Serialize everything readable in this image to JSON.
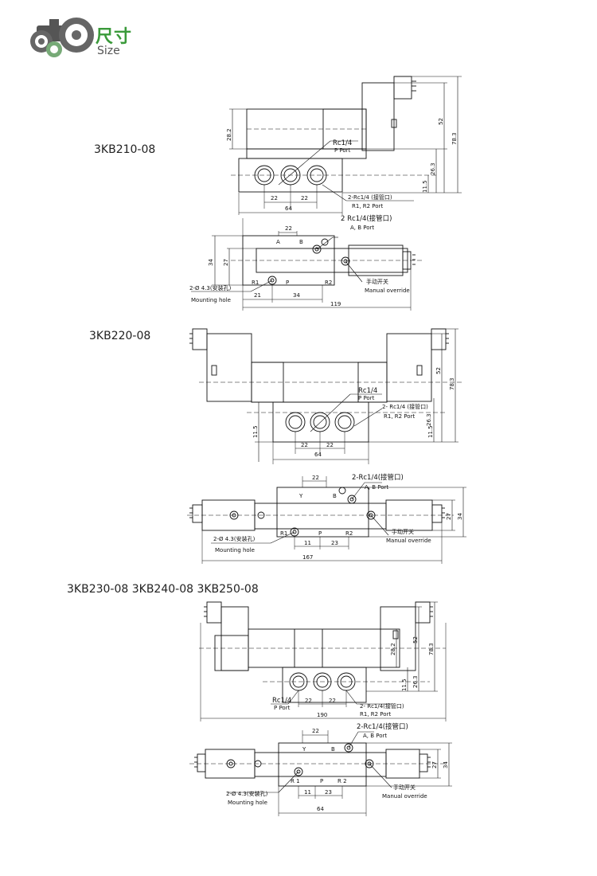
{
  "header": {
    "title": "尺寸",
    "subtitle": "Size",
    "logo_icon": "gear-tractor-icon",
    "accent": "#3a9a3a"
  },
  "models": [
    {
      "name": "3KB210-08",
      "front": {
        "p_port": "Rc1/4",
        "p_port_en": "P Port",
        "pipe": "2-Rc1/4 (接管口)",
        "pipe_en": "R1, R2 Port",
        "d_22a": "22",
        "d_22b": "22",
        "d_64": "64",
        "d_282": "28.2",
        "d_52": "52",
        "d_783": "78.3",
        "d_263": "26.3",
        "d_115": "11.5"
      },
      "top": {
        "ab_pipe": "2 Rc1/4(接管口)",
        "ab_en": "A, B Port",
        "a": "A",
        "b": "B",
        "r1": "R1",
        "p": "P",
        "r2": "R2",
        "manual": "手动开关",
        "manual_en": "Manual override",
        "mount": "2-Ø 4.3(安装孔)",
        "mount_en": "Mounting hole",
        "d_22": "22",
        "d_34v": "34",
        "d_27": "27",
        "d_21": "21",
        "d_34h": "34",
        "d_119": "119"
      }
    },
    {
      "name": "3KB220-08",
      "front": {
        "p_port": "Rc1/4",
        "p_port_en": "P Port",
        "pipe": "2- Rc1/4 (接管口)",
        "pipe_en": "R1, R2 Port",
        "d_22a": "22",
        "d_22b": "22",
        "d_64": "64",
        "d_115l": "11.5",
        "d_115r": "11.5",
        "d_263": "26.3",
        "d_52": "52",
        "d_783": "78.3"
      },
      "top": {
        "ab_pipe": "2-Rc1/4(接管口)",
        "ab_en": "A, B Port",
        "a": "Y",
        "b": "B",
        "r1": "R1",
        "p": "P",
        "r2": "R2",
        "manual": "手动开关",
        "manual_en": "Manual override",
        "mount": "2-Ø 4.3(安装孔)",
        "mount_en": "Mounting hole",
        "d_22": "22",
        "d_11": "11",
        "d_23": "23",
        "d_27": "27",
        "d_34": "34",
        "d_167": "167"
      }
    },
    {
      "name": "3KB230-08  3KB240-08  3KB250-08",
      "front": {
        "p_port": "Rc1/4",
        "p_port_en": "P Port",
        "pipe": "2- Rc1/4(接管口)",
        "pipe_en": "R1, R2 Port",
        "d_22a": "22",
        "d_22b": "22",
        "d_190": "190",
        "d_282": "28.2",
        "d_52": "52",
        "d_783": "78.3",
        "d_263": "26.3",
        "d_115": "11.5"
      },
      "top": {
        "ab_pipe": "2-Rc1/4(接管口)",
        "ab_en": "A, B Port",
        "a": "Y",
        "b": "B",
        "r1": "R 1",
        "p": "P",
        "r2": "R 2",
        "manual": "手动开关",
        "manual_en": "Manual override",
        "mount": "2-Ø 4.3(安装孔)",
        "mount_en": "Mounting hole",
        "d_22": "22",
        "d_11": "11",
        "d_23": "23",
        "d_27": "27",
        "d_34": "34",
        "d_64": "64"
      }
    }
  ]
}
